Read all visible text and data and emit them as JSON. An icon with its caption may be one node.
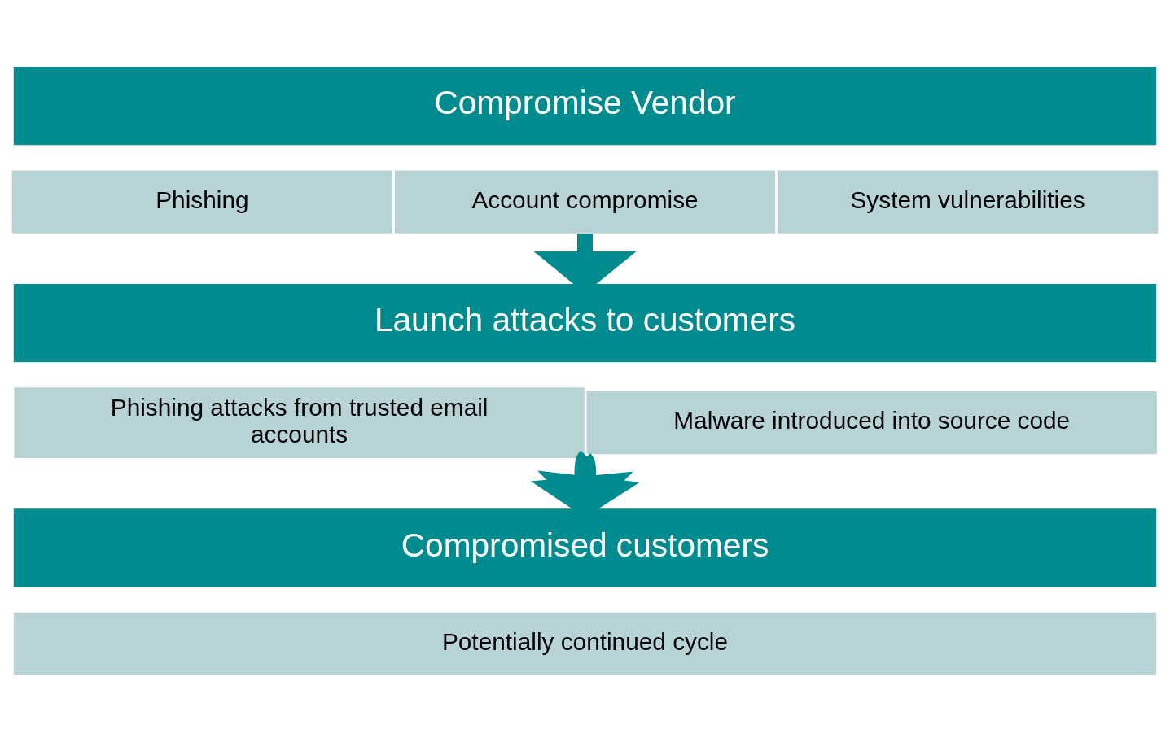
{
  "diagram": {
    "nodes": [
      {
        "text": [
          "Compromise Vendor"
        ]
      },
      {
        "text": [
          "Phishing"
        ]
      },
      {
        "text": [
          "Account compromise"
        ]
      },
      {
        "text": [
          "System vulnerabilities"
        ]
      },
      {
        "text": [
          "Launch attacks to customers"
        ]
      },
      {
        "text": [
          "Phishing attacks from trusted email accounts"
        ]
      },
      {
        "text": [
          "Malware introduced into source code"
        ]
      },
      {
        "text": [
          "Compromised customers"
        ]
      },
      {
        "text": [
          "Potentially continued cycle"
        ]
      }
    ],
    "edges": [
      {
        "from": 2,
        "to": 4,
        "arrow": "to"
      },
      {
        "from": 5,
        "to": 7,
        "arrow": "to"
      },
      {
        "from": 6,
        "to": 7,
        "arrow": "to"
      }
    ]
  }
}
